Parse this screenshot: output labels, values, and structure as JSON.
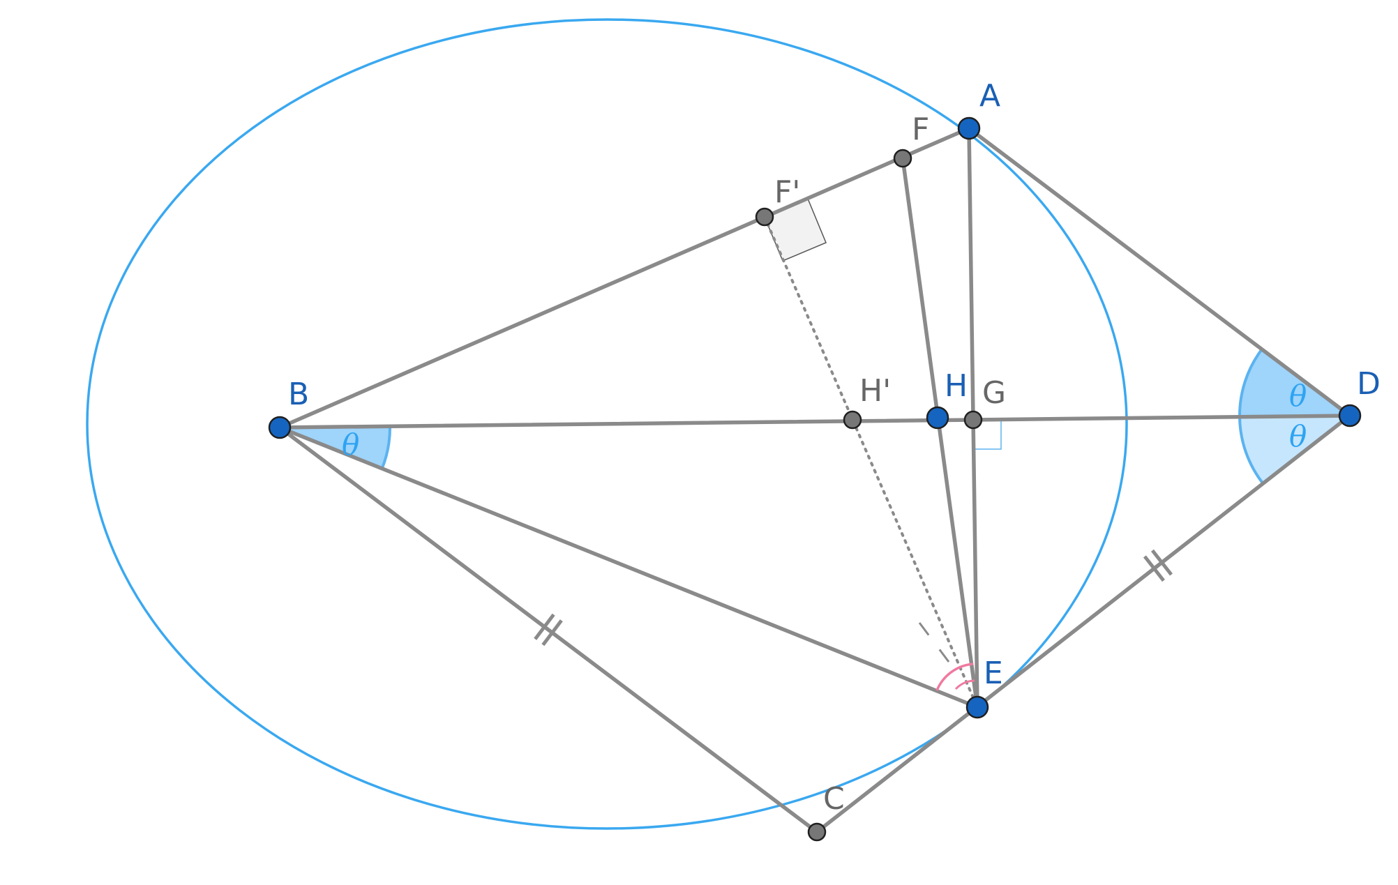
{
  "colors": {
    "background": "#ffffff",
    "ellipse": "#3aa8f0",
    "segment": "#8a8a8a",
    "key_point_fill": "#1565c0",
    "key_point_label": "#1a5fb4",
    "aux_point_fill": "#777777",
    "aux_point_label": "#666666",
    "angle_fill": "#9fd4fb",
    "angle_fill_light": "#c6e6fd",
    "angle_stroke": "#5bb3f0",
    "angle_label": "#2ea3f2",
    "right_angle_fill": "#f2f2f2",
    "right_angle_stroke": "#555555",
    "pink_angle": "#f07aa0"
  },
  "points": {
    "A": {
      "label": "A",
      "kind": "key"
    },
    "B": {
      "label": "B",
      "kind": "key"
    },
    "C": {
      "label": "C",
      "kind": "aux"
    },
    "D": {
      "label": "D",
      "kind": "key"
    },
    "E": {
      "label": "E",
      "kind": "key"
    },
    "F": {
      "label": "F",
      "kind": "aux"
    },
    "F'": {
      "label": "F'",
      "kind": "aux"
    },
    "G": {
      "label": "G",
      "kind": "aux"
    },
    "H": {
      "label": "H",
      "kind": "key"
    },
    "H'": {
      "label": "H'",
      "kind": "aux"
    }
  },
  "segments": [
    [
      "B",
      "A"
    ],
    [
      "A",
      "D"
    ],
    [
      "B",
      "D"
    ],
    [
      "B",
      "E"
    ],
    [
      "B",
      "C"
    ],
    [
      "C",
      "D"
    ],
    [
      "A",
      "E"
    ],
    [
      "F",
      "E"
    ]
  ],
  "dotted_segments": [
    [
      "F'",
      "E"
    ]
  ],
  "angles": {
    "symbol": "θ",
    "marked": [
      "∠DBE",
      "∠ADB",
      "∠BDE"
    ]
  },
  "tick_marks": [
    "BC",
    "DE"
  ],
  "right_angles": [
    "F'",
    "G"
  ]
}
